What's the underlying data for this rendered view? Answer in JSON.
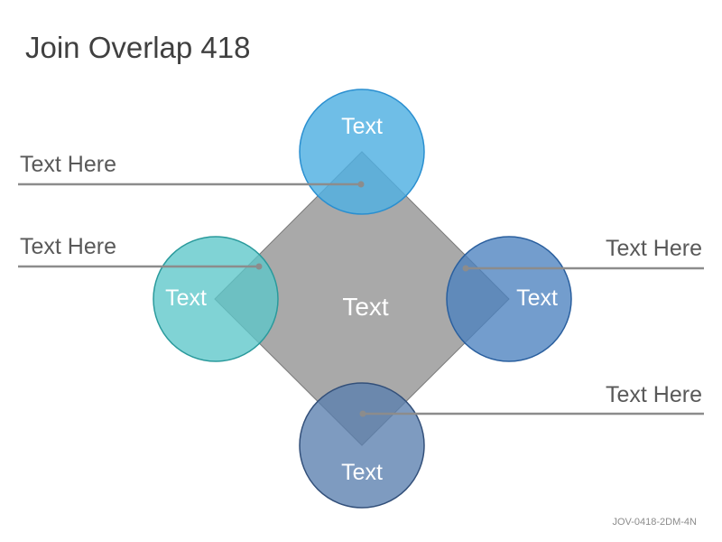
{
  "title": "Join Overlap 418",
  "center": {
    "label": "Text",
    "color": "#8c8c8c"
  },
  "circles": {
    "top": {
      "label": "Text",
      "color": "#4fb0e2",
      "stroke": "#2a8fd0"
    },
    "left": {
      "label": "Text",
      "color": "#5cc6c9",
      "stroke": "#2a9a9c"
    },
    "right": {
      "label": "Text",
      "color": "#4b82bf",
      "stroke": "#2a5f9e"
    },
    "bottom": {
      "label": "Text",
      "color": "#5a7fae",
      "stroke": "#33507a"
    }
  },
  "callouts": {
    "top_left": "Text Here",
    "mid_left": "Text Here",
    "mid_right": "Text Here",
    "bottom_right": "Text Here"
  },
  "footer_code": "JOV-0418-2DM-4N"
}
